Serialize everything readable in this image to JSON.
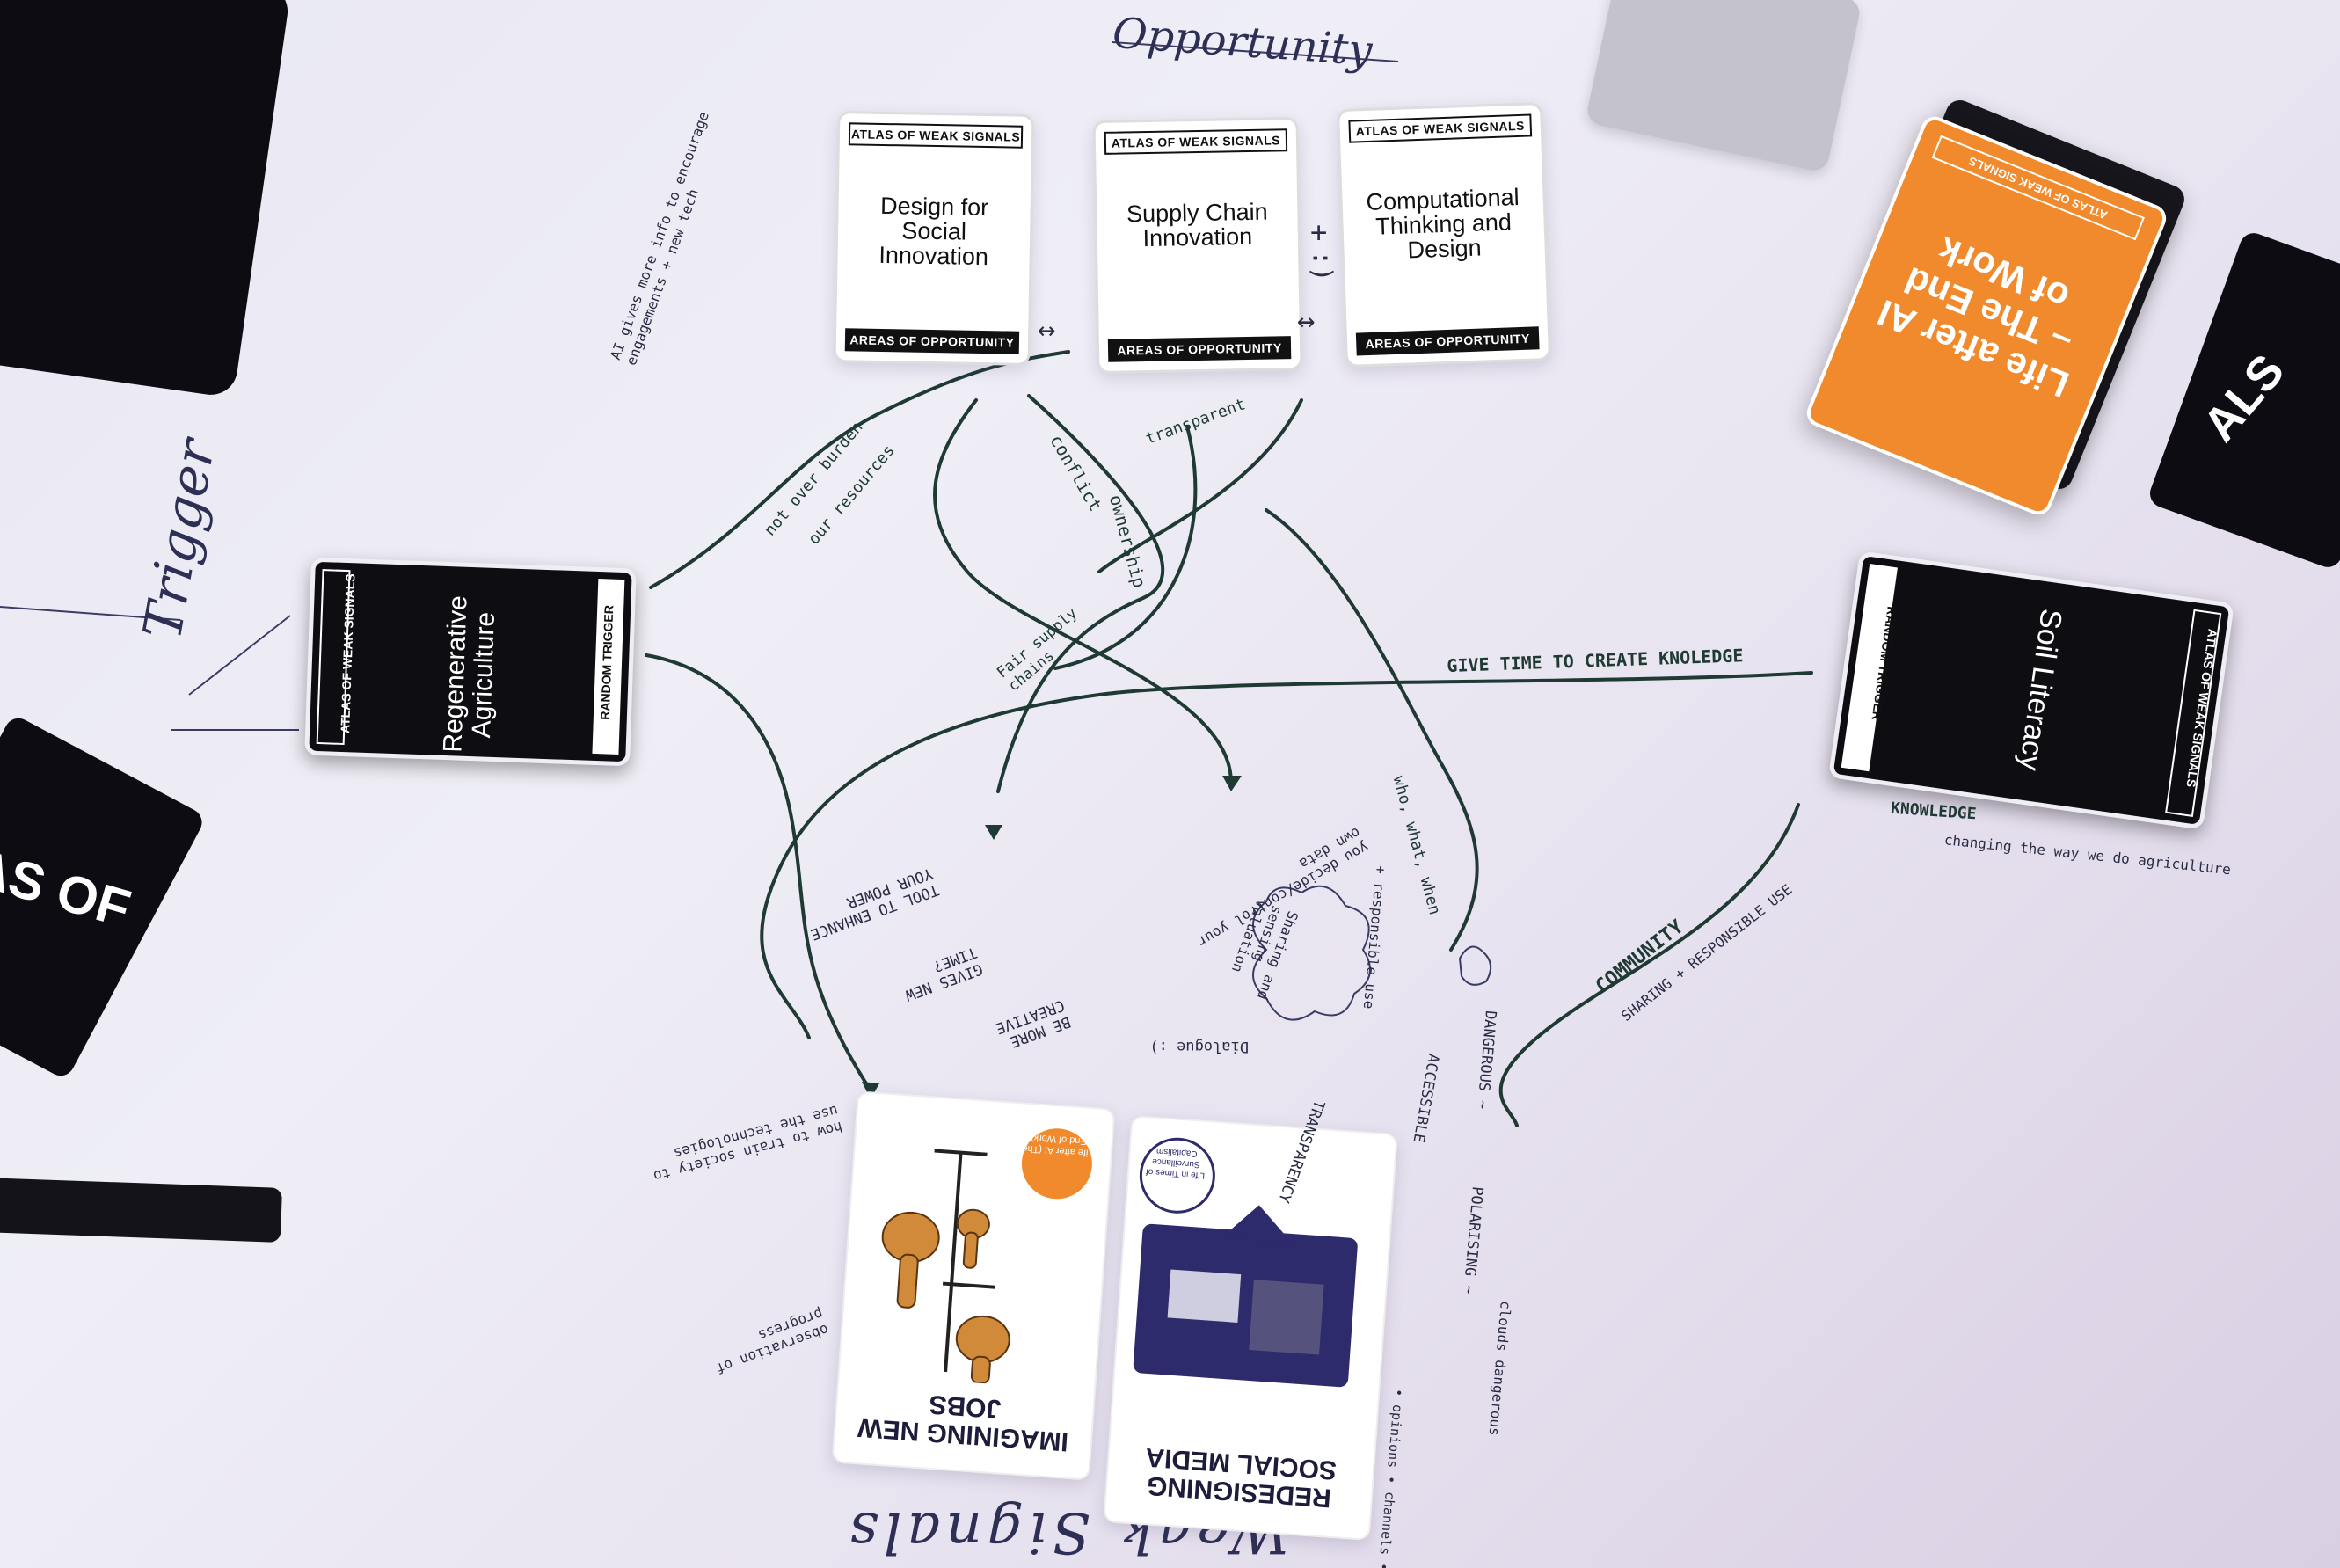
{
  "headings": {
    "opportunity": "Opportunity",
    "trigger": "Trigger",
    "weak_signals": "Weak Signals"
  },
  "opportunity_cards": [
    {
      "header": "ATLAS OF WEAK SIGNALS",
      "title": "Design for Social Innovation",
      "footer": "AREAS OF OPPORTUNITY"
    },
    {
      "header": "ATLAS OF WEAK SIGNALS",
      "title": "Supply Chain Innovation",
      "footer": "AREAS OF OPPORTUNITY"
    },
    {
      "header": "ATLAS OF WEAK SIGNALS",
      "title": "Computational Thinking and Design",
      "footer": "AREAS OF OPPORTUNITY"
    }
  ],
  "trigger_cards": {
    "left": {
      "header": "ATLAS OF WEAK SIGNALS",
      "title": "Regenerative Agriculture",
      "footer": "RANDOM TRIGGER"
    },
    "right": {
      "header": "ATLAS OF WEAK SIGNALS",
      "title": "Soil Literacy",
      "footer": "RANDOM TRIGGER"
    }
  },
  "signal_cards": [
    {
      "title": "IMAGINING NEW JOBS",
      "badge": "Life after AI (The End of Work)",
      "accent": "#f08a2c"
    },
    {
      "title": "REDESIGNING SOCIAL MEDIA",
      "badge": "Life in Times of Surveillance Capitalism",
      "accent": "#2d2b6b"
    }
  ],
  "deck_card": {
    "header": "ATLAS OF WEAK SIGNALS",
    "title": "Life after AI – The End of Work",
    "color": "#f08a2c"
  },
  "partial_cards": {
    "left_text": "AS OF",
    "right_text": "ALS"
  },
  "annotations": {
    "symbols": [
      "↔",
      "+",
      ":)",
      "↔"
    ],
    "ai_gives": "AI gives more info to encourage engagements + new tech",
    "not_overburden": "not over burden",
    "our_resources": "our resources",
    "transparent": "transparent",
    "conflict": "conflict",
    "ownership": "ownership",
    "fair_supply_chains": "Fair supply chains",
    "give_time": "GIVE TIME TO CREATE KNOLEDGE",
    "knowledge": "KNOWLEDGE",
    "changing_way": "changing the way we do agriculture",
    "community": "COMMUNITY",
    "sharing_responsible": "SHARING + RESPONSIBLE USE",
    "who_what": "who, what, when",
    "tool_to": "TOOL TO ENHANCE YOUR POWER",
    "be_more": "BE MORE CREATIVE",
    "gives_new": "GIVES NEW TIME?",
    "you_decide": "you decide/control your own data",
    "sharing_valuation": "Sharing and sensing valuation",
    "dialogue": "Dialogue :)",
    "transparency": "TRANSPARENCY",
    "responsible_use": "+ responsible use",
    "accessible": "ACCESSIBLE",
    "dangerous": "DANGEROUS ~",
    "polarising": "POLARISING ~",
    "clouds": "clouds dangerous",
    "how_to_train": "how to train society to use the technologies",
    "observation": "observation of progress",
    "pointed_list": "• opinions • channels • media"
  }
}
